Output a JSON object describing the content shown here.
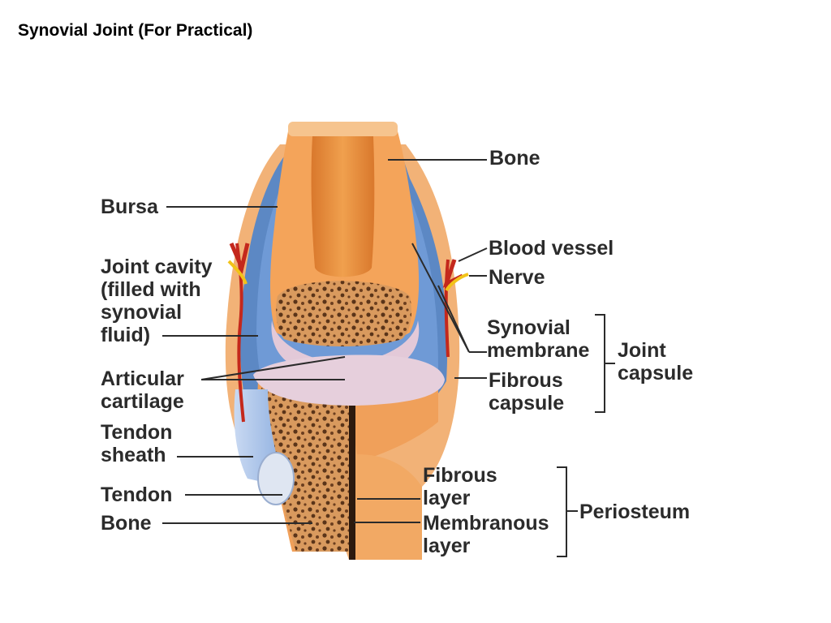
{
  "slide": {
    "title": "Synovial Joint (For Practical)"
  },
  "labels": {
    "bone_top": "Bone",
    "bursa": "Bursa",
    "blood_vessel": "Blood vessel",
    "nerve": "Nerve",
    "joint_cavity": "Joint cavity\n(filled with\nsynovial\nfluid)",
    "synovial_membrane": "Synovial\nmembrane",
    "joint_capsule": "Joint\ncapsule",
    "fibrous_capsule": "Fibrous\ncapsule",
    "articular_cartilage": "Articular\ncartilage",
    "tendon_sheath": "Tendon\nsheath",
    "tendon": "Tendon",
    "bone_bottom": "Bone",
    "fibrous_layer": "Fibrous\nlayer",
    "membranous_layer": "Membranous\nlayer",
    "periosteum": "Periosteum"
  },
  "colors": {
    "bone_outer": "#f0a25c",
    "bone_inner": "#e8893a",
    "spongy_bone": "#c98450",
    "cartilage": "#e3c9d8",
    "capsule_blue": "#5c88c4",
    "capsule_light": "#a9c5ea",
    "vessel": "#c4281c",
    "nerve": "#f2c318",
    "label_text": "#2b2b2b"
  }
}
